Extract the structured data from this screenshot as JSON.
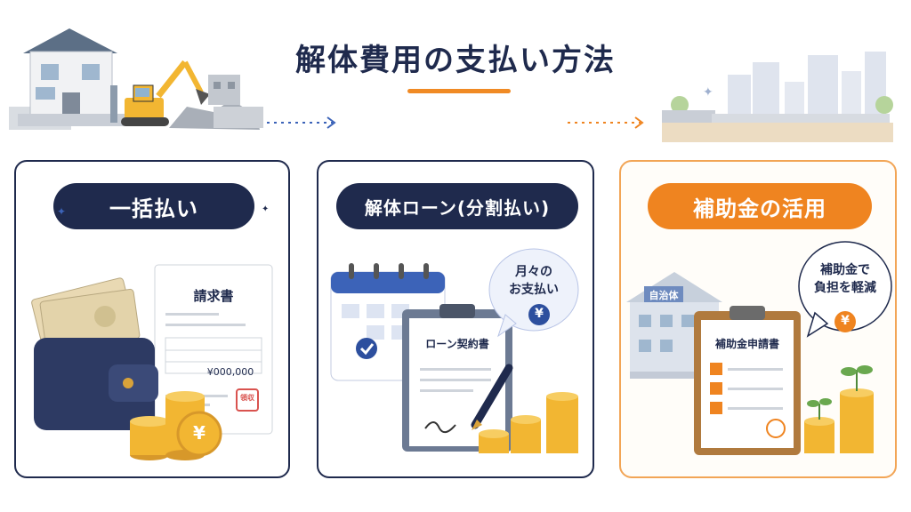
{
  "title": "解体費用の支払い方法",
  "cards": [
    {
      "heading": "一括払い",
      "invoice_title": "請求書",
      "invoice_amount": "¥000,000",
      "stamp": "領収",
      "coin_symbol": "¥"
    },
    {
      "heading": "解体ローン(分割払い)",
      "contract_title": "ローン契約書",
      "bubble_line1": "月々の",
      "bubble_line2": "お支払い",
      "coin_symbol": "¥"
    },
    {
      "heading": "補助金の活用",
      "building_sign": "自治体",
      "form_title": "補助金申請書",
      "bubble_line1": "補助金で",
      "bubble_line2": "負担を軽減",
      "coin_symbol": "¥"
    }
  ],
  "colors": {
    "navy": "#1f2a4d",
    "orange": "#ef8420",
    "gold": "#f2b632",
    "wallet": "#2d3a63"
  }
}
